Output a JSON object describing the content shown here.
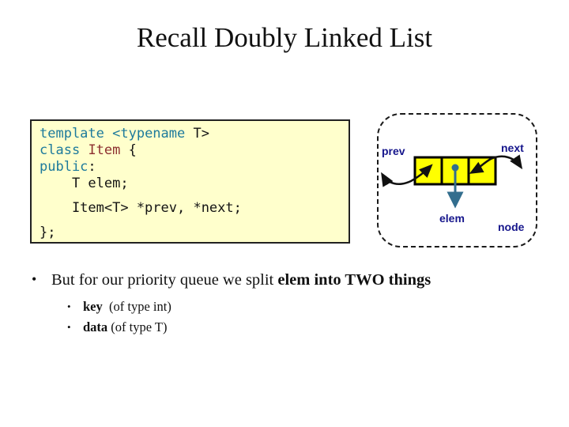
{
  "title": "Recall Doubly Linked List",
  "code": {
    "lines": [
      [
        {
          "t": "template ",
          "c": "k"
        },
        {
          "t": "<typename",
          "c": "k"
        },
        {
          "t": " T>",
          "c": "p"
        }
      ],
      [
        {
          "t": "class",
          "c": "k"
        },
        {
          "t": " ",
          "c": "p"
        },
        {
          "t": "Item",
          "c": "t"
        },
        {
          "t": " {",
          "c": "p"
        }
      ],
      [
        {
          "t": "public",
          "c": "k"
        },
        {
          "t": ":",
          "c": "p"
        }
      ],
      [
        {
          "t": "    T elem;",
          "c": "p"
        }
      ],
      [],
      [
        {
          "t": "    Item<T> *prev, *next;",
          "c": "p"
        }
      ],
      [],
      [
        {
          "t": "};",
          "c": "p"
        }
      ]
    ]
  },
  "diagram": {
    "labels": {
      "prev": "prev",
      "next": "next",
      "elem": "elem",
      "node": "node"
    }
  },
  "bullets": {
    "main_marker": "•",
    "main_normal": "But for our priority queue we split ",
    "main_bold": "elem into TWO things",
    "sub": [
      {
        "marker": "•",
        "bold": "key",
        "rest": "  (of type int)"
      },
      {
        "marker": "•",
        "bold": "data",
        "rest": " (of type T)"
      }
    ]
  },
  "colors": {
    "kw": "#1d7a9c",
    "type": "#8c2f2f",
    "ink": "#141414",
    "code-bg": "#ffffcc",
    "navy": "#16168c",
    "steel": "#336e8e",
    "cell-yellow": "#ffff00"
  }
}
